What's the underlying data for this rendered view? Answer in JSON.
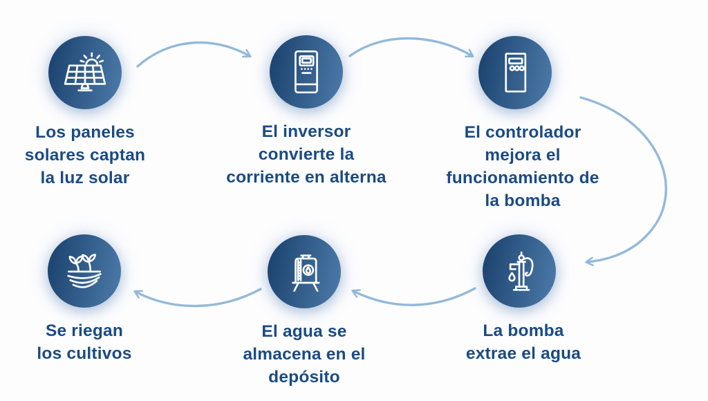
{
  "colors": {
    "background": "#fdfdfe",
    "circle_gradient_start": "#1e4572",
    "circle_gradient_end": "#4a78a6",
    "arrow": "#93b9d9",
    "text": "#1a4b82",
    "icon": "#ffffff"
  },
  "steps": [
    {
      "id": "solar-panels",
      "icon": "solar-panel-icon",
      "label": "Los paneles\nsolares captan\nla luz solar"
    },
    {
      "id": "inverter",
      "icon": "inverter-icon",
      "label": "El inversor\nconvierte la\ncorriente en alterna"
    },
    {
      "id": "controller",
      "icon": "controller-icon",
      "label": "El controlador\nmejora el\nfuncionamiento de\nla bomba"
    },
    {
      "id": "pump",
      "icon": "water-pump-icon",
      "label": "La bomba\nextrae el agua"
    },
    {
      "id": "tank",
      "icon": "water-tank-icon",
      "label": "El agua se\nalmacena en el\ndepósito"
    },
    {
      "id": "crops",
      "icon": "crops-icon",
      "label": "Se riegan\nlos cultivos"
    }
  ],
  "flow": [
    {
      "from": "solar-panels",
      "to": "inverter"
    },
    {
      "from": "inverter",
      "to": "controller"
    },
    {
      "from": "controller",
      "to": "pump"
    },
    {
      "from": "pump",
      "to": "tank"
    },
    {
      "from": "tank",
      "to": "crops"
    }
  ]
}
